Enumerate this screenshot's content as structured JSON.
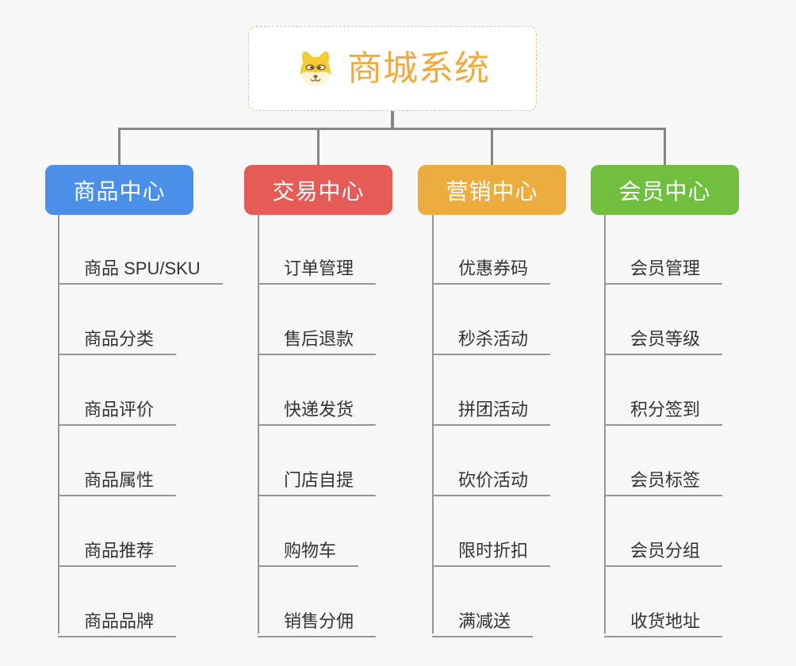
{
  "canvas": {
    "background": "#f7f7f7"
  },
  "root": {
    "title": "商城系统",
    "icon": "shiba-dog-icon",
    "title_color": "#F1A93C",
    "border_color": "#EFC36B"
  },
  "connector_color": "#858585",
  "branches": [
    {
      "id": "product-center",
      "label": "商品中心",
      "color": "#4A8FE8",
      "items": [
        "商品 SPU/SKU",
        "商品分类",
        "商品评价",
        "商品属性",
        "商品推荐",
        "商品品牌"
      ]
    },
    {
      "id": "trade-center",
      "label": "交易中心",
      "color": "#E55B55",
      "items": [
        "订单管理",
        "售后退款",
        "快递发货",
        "门店自提",
        "购物车",
        "销售分佣"
      ]
    },
    {
      "id": "marketing-center",
      "label": "营销中心",
      "color": "#ECAC3E",
      "items": [
        "优惠券码",
        "秒杀活动",
        "拼团活动",
        "砍价活动",
        "限时折扣",
        "满减送"
      ]
    },
    {
      "id": "member-center",
      "label": "会员中心",
      "color": "#70BF41",
      "items": [
        "会员管理",
        "会员等级",
        "积分签到",
        "会员标签",
        "会员分组",
        "收货地址"
      ]
    }
  ]
}
